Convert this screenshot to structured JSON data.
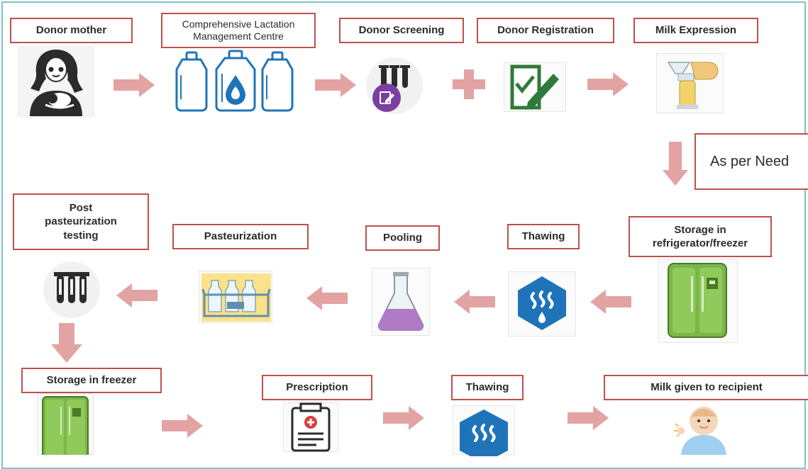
{
  "colors": {
    "arrow": "#e3a3a3",
    "label_border": "#c0504d",
    "frame": "#7fc4c9",
    "blue": "#1f74b9",
    "green": "#7ab648",
    "purple": "#7b3fa0"
  },
  "steps": {
    "donor_mother": "Donor mother",
    "lactation_centre": "Comprehensive Lactation Management Centre",
    "donor_screening": "Donor Screening",
    "donor_registration": "Donor Registration",
    "milk_expression": "Milk Expression",
    "as_per_need": "As per Need",
    "storage_fridge": "Storage in refrigerator/freezer",
    "thawing_1": "Thawing",
    "pooling": "Pooling",
    "pasteurization": "Pasteurization",
    "post_testing": "Post pasteurization testing",
    "storage_freezer": "Storage in freezer",
    "prescription": "Prescription",
    "thawing_2": "Thawing",
    "milk_given": "Milk given to recipient"
  },
  "icons": {
    "mother": "mother-icon",
    "bottles": "milk-bottles-icon",
    "tubes_edit": "test-tubes-edit-icon",
    "plus": "plus-icon",
    "checklist": "checklist-pen-icon",
    "pump": "breast-pump-icon",
    "fridge": "refrigerator-icon",
    "thaw": "thawing-icon",
    "flask": "flask-icon",
    "crate": "bottle-crate-icon",
    "tubes": "test-tubes-icon",
    "clipboard": "prescription-clipboard-icon",
    "baby": "baby-icon"
  }
}
